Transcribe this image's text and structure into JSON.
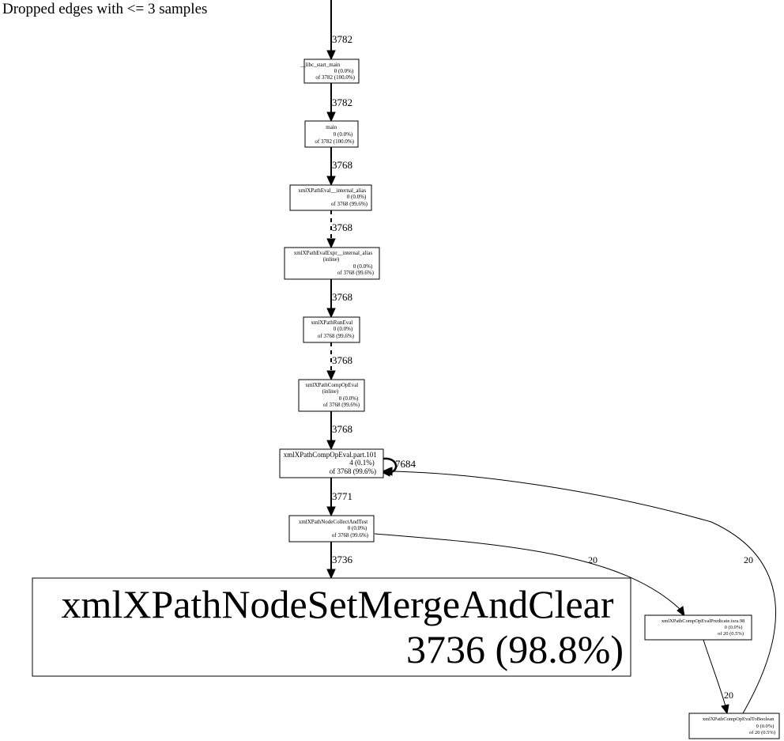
{
  "header": {
    "note": "Dropped edges with <= 3 samples"
  },
  "nodes": [
    {
      "id": "libc",
      "lines": [
        "__libc_start_main",
        "0 (0.0%)",
        "of 3782 (100.0%)"
      ]
    },
    {
      "id": "main",
      "lines": [
        "main",
        "0 (0.0%)",
        "of 3782 (100.0%)"
      ]
    },
    {
      "id": "eval",
      "lines": [
        "xmlXPathEval__internal_alias",
        "0 (0.0%)",
        "of 3768 (99.6%)"
      ]
    },
    {
      "id": "evalexpr",
      "lines": [
        "xmlXPathEvalExpr__internal_alias",
        "(inline)",
        "0 (0.0%)",
        "of 3768 (99.6%)"
      ]
    },
    {
      "id": "runeval",
      "lines": [
        "xmlXPathRunEval",
        "0 (0.0%)",
        "of 3768 (99.6%)"
      ]
    },
    {
      "id": "compop",
      "lines": [
        "xmlXPathCompOpEval",
        "(inline)",
        "0 (0.0%)",
        "of 3768 (99.6%)"
      ]
    },
    {
      "id": "compoppart",
      "lines": [
        "xmlXPathCompOpEval.part.101",
        "4 (0.1%)",
        "of 3768 (99.6%)"
      ]
    },
    {
      "id": "collect",
      "lines": [
        "xmlXPathNodeCollectAndTest",
        "0 (0.0%)",
        "of 3768 (99.6%)"
      ]
    },
    {
      "id": "merge",
      "lines": [
        "xmlXPathNodeSetMergeAndClear",
        "3736 (98.8%)"
      ]
    },
    {
      "id": "predicate",
      "lines": [
        "xmlXPathCompOpEvalPredicate.isra.98",
        "0 (0.0%)",
        "of 20 (0.5%)"
      ]
    },
    {
      "id": "toboolean",
      "lines": [
        "xmlXPathCompOpEvalToBoolean",
        "0 (0.0%)",
        "of 20 (0.5%)"
      ]
    }
  ],
  "edges": [
    {
      "from": "",
      "to": "libc",
      "label": "3782"
    },
    {
      "from": "libc",
      "to": "main",
      "label": "3782"
    },
    {
      "from": "main",
      "to": "eval",
      "label": "3768"
    },
    {
      "from": "eval",
      "to": "evalexpr",
      "label": "3768"
    },
    {
      "from": "evalexpr",
      "to": "runeval",
      "label": "3768"
    },
    {
      "from": "runeval",
      "to": "compop",
      "label": "3768"
    },
    {
      "from": "compop",
      "to": "compoppart",
      "label": "3768"
    },
    {
      "from": "compoppart",
      "to": "compoppart",
      "label": "7684"
    },
    {
      "from": "compoppart",
      "to": "collect",
      "label": "3771"
    },
    {
      "from": "collect",
      "to": "merge",
      "label": "3736"
    },
    {
      "from": "collect",
      "to": "predicate",
      "label": "20"
    },
    {
      "from": "predicate",
      "to": "toboolean",
      "label": "20"
    },
    {
      "from": "toboolean",
      "to": "compoppart",
      "label": "20"
    }
  ]
}
